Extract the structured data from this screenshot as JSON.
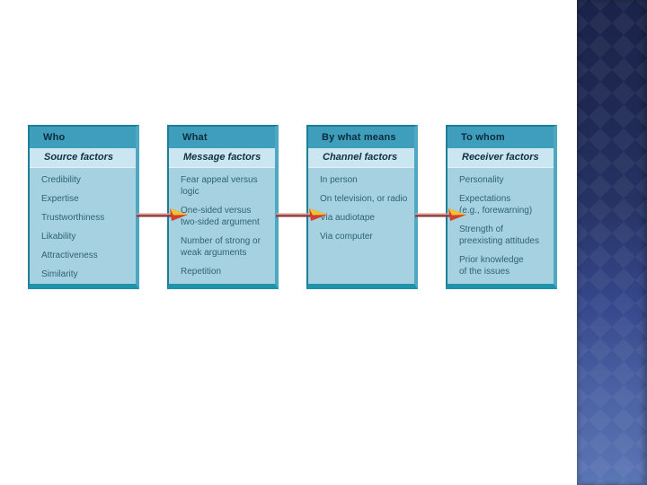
{
  "slide": {
    "boxes": [
      {
        "header": "Who",
        "subheader": "Source factors",
        "items": [
          "Credibility",
          "Expertise",
          "Trustworthiness",
          "Likability",
          "Attractiveness",
          "Similarity"
        ]
      },
      {
        "header": "What",
        "subheader": "Message factors",
        "items": [
          "Fear appeal versus\nlogic",
          "One-sided versus\ntwo-sided argument",
          "Number of strong or\nweak arguments",
          "Repetition"
        ]
      },
      {
        "header": "By what means",
        "subheader": "Channel factors",
        "items": [
          "In person",
          "On television, or radio",
          "Via audiotape",
          "Via computer"
        ]
      },
      {
        "header": "To whom",
        "subheader": "Receiver factors",
        "items": [
          "Personality",
          "Expectations\n(e.g., forewarning)",
          "Strength of\npreexisting attitudes",
          "Prior knowledge\nof the issues"
        ]
      }
    ],
    "arrows": {
      "count": 3,
      "direction": "left-to-right",
      "line_color": "#A63B3B",
      "head_top_color": "#F3C22F",
      "head_bottom_color": "#D0402E"
    },
    "colors": {
      "slide_background": "#FFFFFF",
      "box_header_bg": "#3E9EBB",
      "box_subheader_bg": "#C9E6F1",
      "box_body_bg": "#A6D1E0",
      "box_border_dark": "#1E7E96",
      "box_bottom_strip": "#1F93AC",
      "box_side_strip": "#4FA8C2",
      "header_text": "#0D2B3C",
      "item_text": "#2F6374",
      "band_top": "#1A2349",
      "band_bottom": "#5B76B5"
    }
  }
}
